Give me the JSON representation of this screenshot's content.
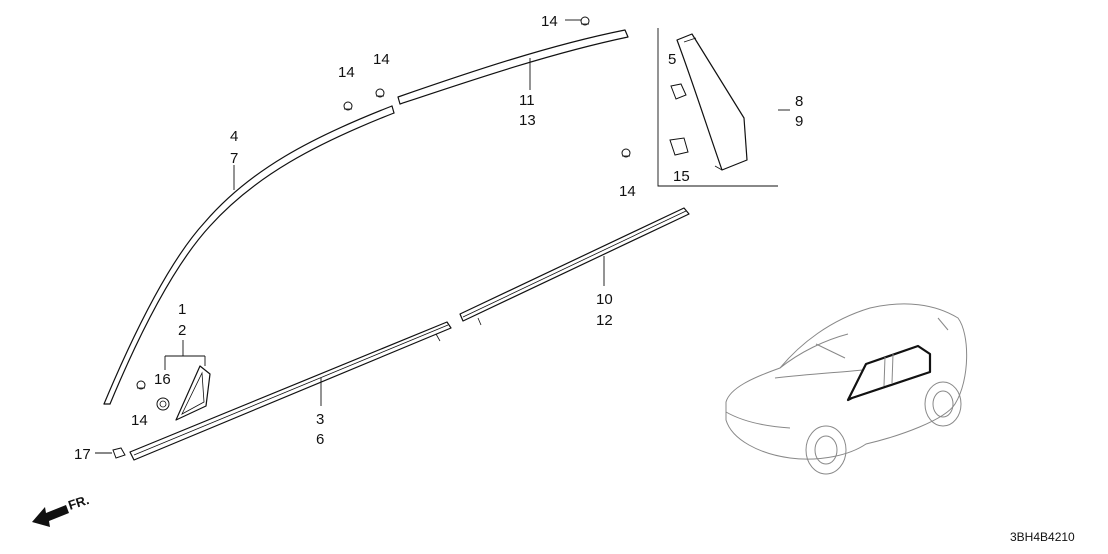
{
  "diagram": {
    "labels": {
      "p1": "1",
      "p2": "2",
      "p3": "3",
      "p6": "6",
      "p4": "4",
      "p7": "7",
      "p5": "5",
      "p8": "8",
      "p9": "9",
      "p10": "10",
      "p12": "12",
      "p11": "11",
      "p13": "13",
      "p14a": "14",
      "p14b": "14",
      "p14c": "14",
      "p14d": "14",
      "p14e": "14",
      "p15": "15",
      "p16": "16",
      "p17": "17"
    },
    "direction": "FR.",
    "code": "3BH4B4210"
  }
}
